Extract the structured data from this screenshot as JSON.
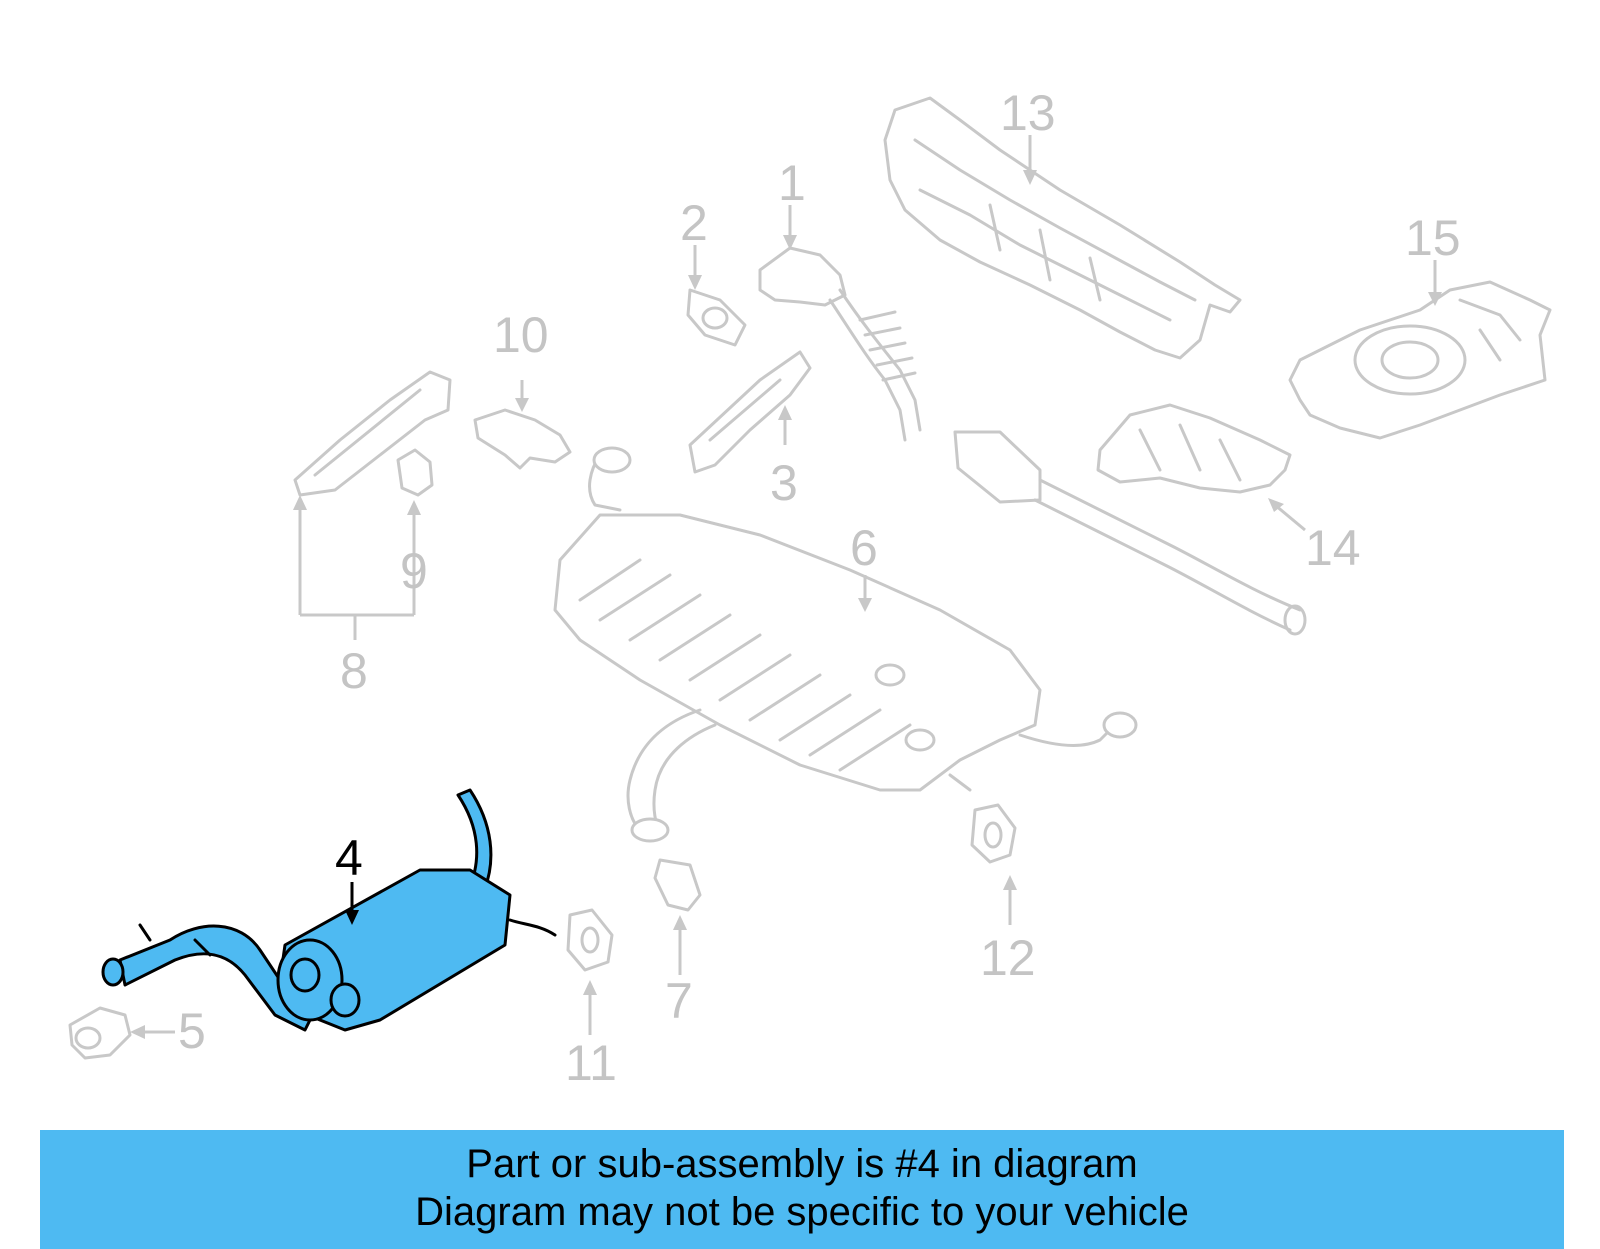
{
  "diagram": {
    "highlighted_part": "4",
    "callouts": {
      "c1": "1",
      "c2": "2",
      "c3": "3",
      "c4": "4",
      "c5": "5",
      "c6": "6",
      "c7": "7",
      "c8": "8",
      "c9": "9",
      "c10": "10",
      "c11": "11",
      "c12": "12",
      "c13": "13",
      "c14": "14",
      "c15": "15"
    },
    "colors": {
      "highlight": "#4ebaf2",
      "ghost": "#c8c8c8",
      "banner": "#4ebaf2"
    }
  },
  "banner": {
    "line1": "Part or sub-assembly is #4 in diagram",
    "line2": "Diagram may not be specific to your vehicle"
  }
}
